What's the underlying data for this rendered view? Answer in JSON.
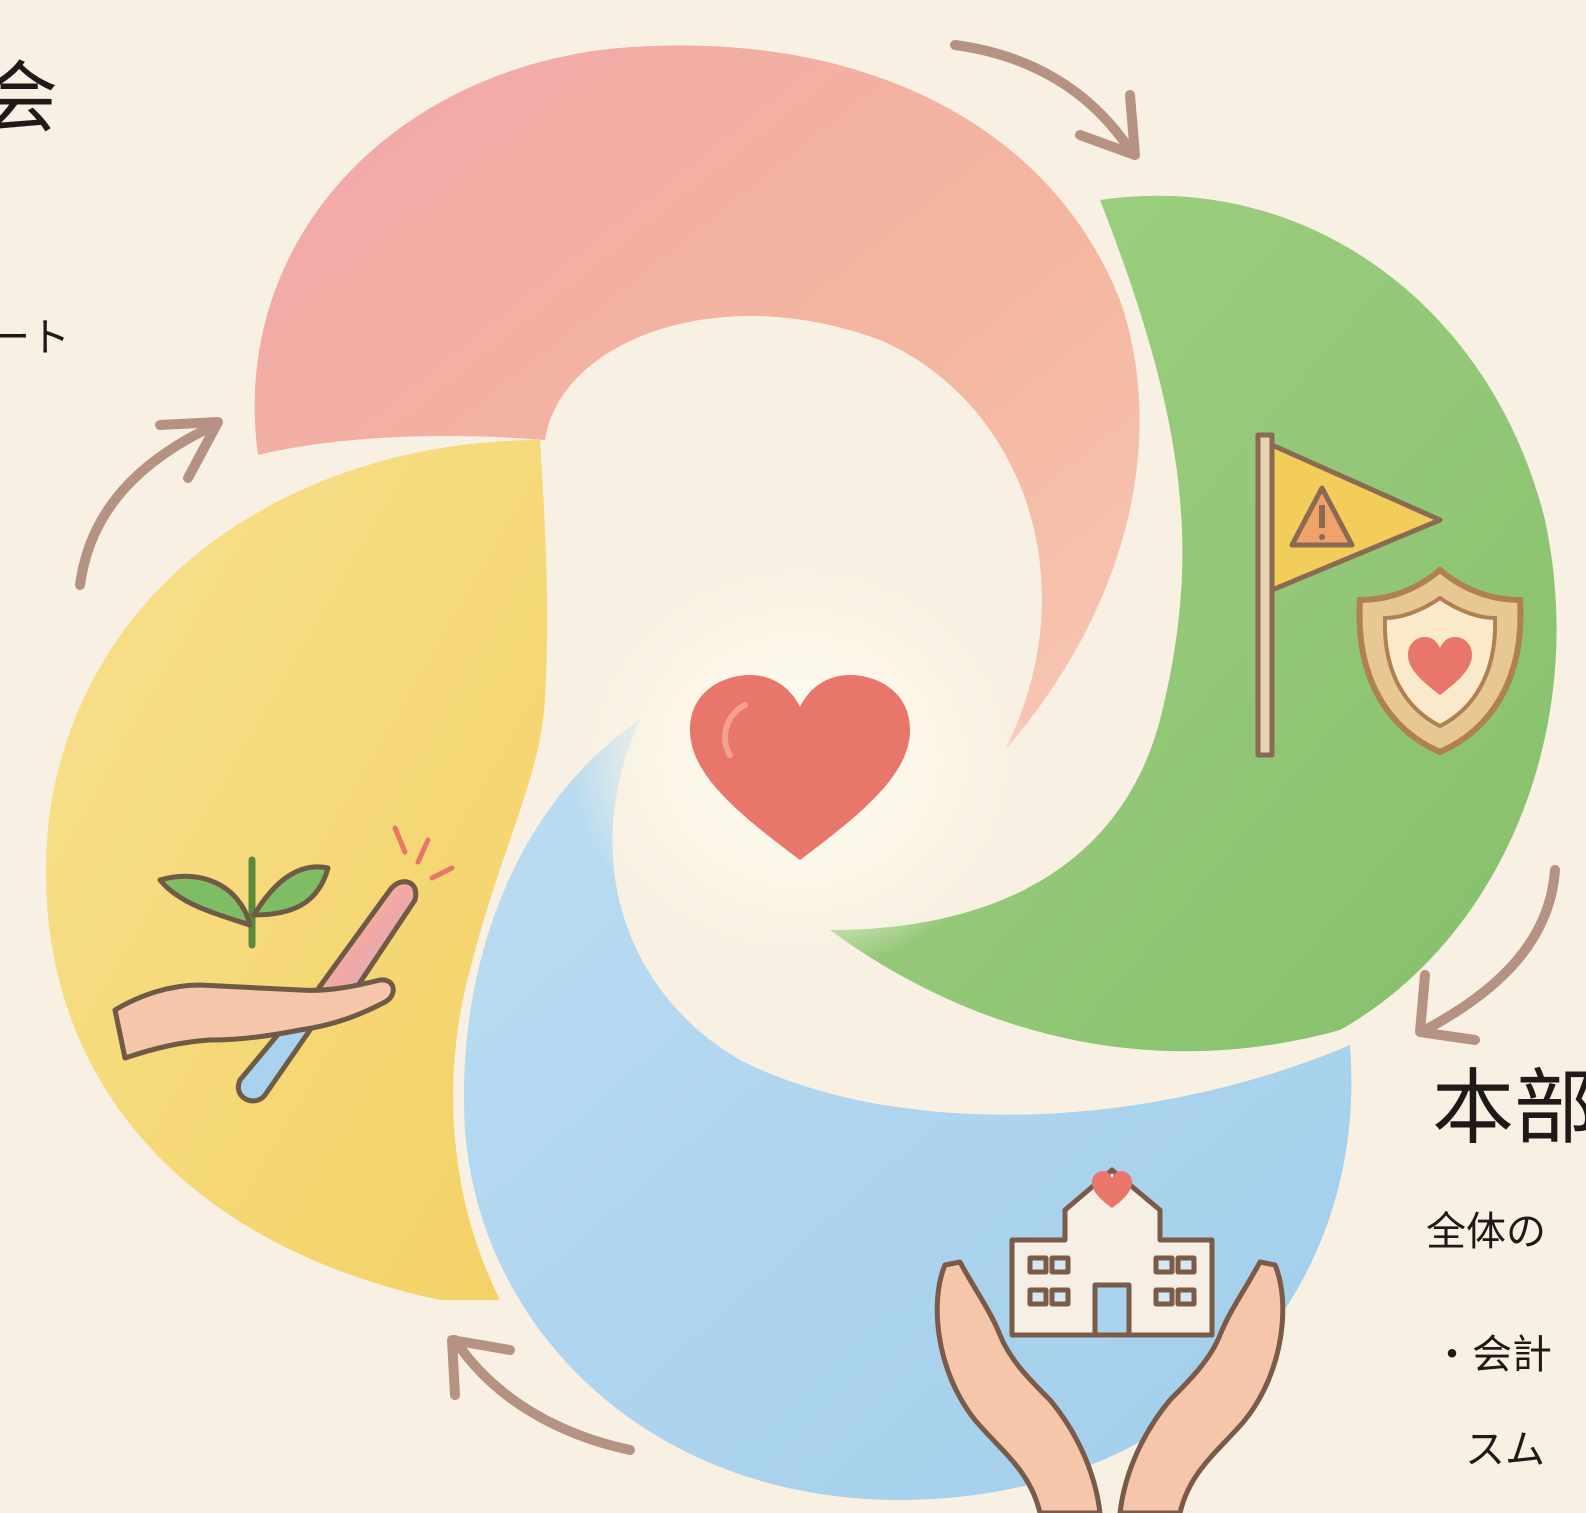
{
  "colors": {
    "background": "#f8f1e3",
    "pink_segment": "#f0a9a4",
    "green_segment": "#8ec56f",
    "blue_segment": "#a9d2ee",
    "yellow_segment": "#f6d873",
    "arrow": "#b59282",
    "heart": "#e8766a"
  },
  "icons": {
    "center": "heart-icon",
    "green_segment": [
      "warning-flag-icon",
      "shield-heart-icon"
    ],
    "blue_segment": "hands-holding-school-icon",
    "yellow_segment": "hand-with-sprout-and-baton-icon",
    "arrows": "curved-arrow-icon"
  },
  "texts": {
    "title_left_fragment": "会",
    "subtitle_left_fragment": "ート",
    "title_right_fragment": "本部",
    "description_right_fragment": "全体の",
    "bullet_1_fragment": "・会計",
    "bullet_2_fragment": "スム"
  }
}
